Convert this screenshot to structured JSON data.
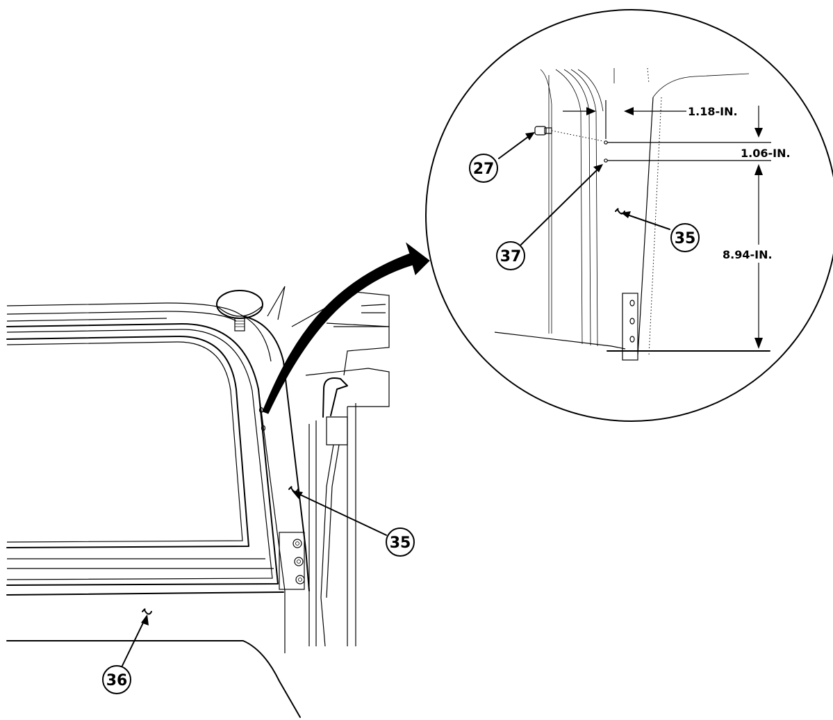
{
  "callouts": {
    "c27": "27",
    "c37": "37",
    "c35_detail": "35",
    "c35_main": "35",
    "c36": "36"
  },
  "dimensions": {
    "horizontal": "1.18-IN.",
    "vertical_small": "1.06-IN.",
    "vertical_large": "8.94-IN."
  },
  "glyphs": {
    "squiggle": "~"
  }
}
